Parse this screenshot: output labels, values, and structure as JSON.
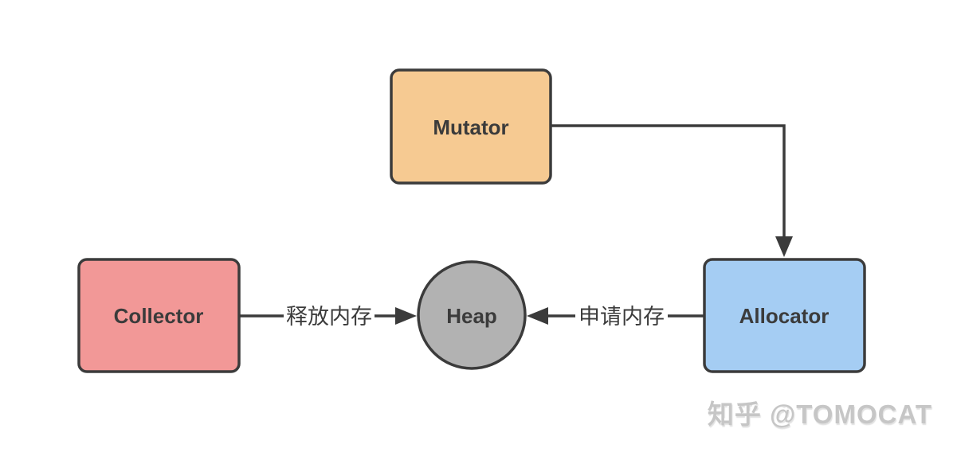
{
  "diagram": {
    "stroke_color": "#3b3b3b",
    "nodes": {
      "mutator": {
        "label": "Mutator",
        "fill": "#f6ca92"
      },
      "collector": {
        "label": "Collector",
        "fill": "#f29897"
      },
      "allocator": {
        "label": "Allocator",
        "fill": "#a5cdf3"
      },
      "heap": {
        "label": "Heap",
        "fill": "#b2b2b2"
      }
    },
    "edges": {
      "collector_to_heap": {
        "label": "释放内存"
      },
      "allocator_to_heap": {
        "label": "申请内存"
      }
    }
  },
  "watermark": {
    "text": "知乎 @TOMOCAT",
    "color": "#c6c6c6"
  }
}
